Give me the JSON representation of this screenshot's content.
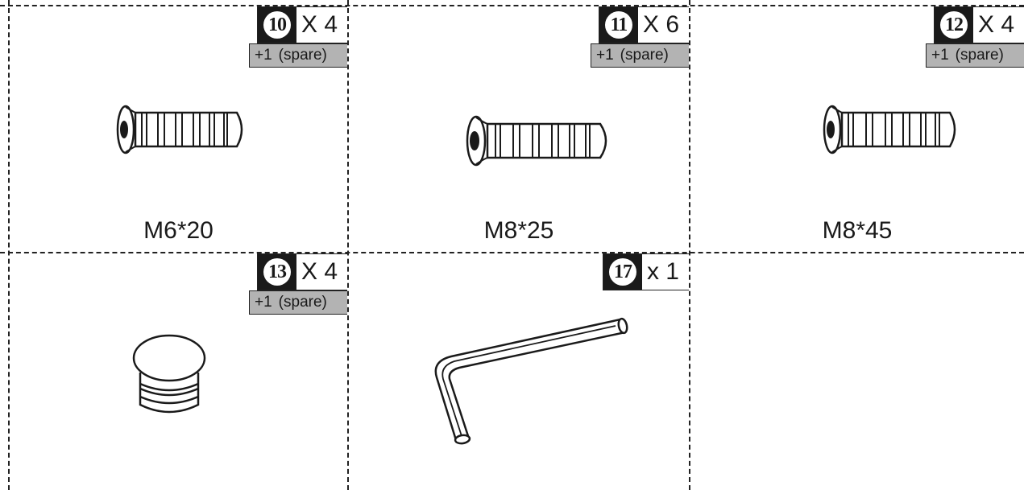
{
  "cells": [
    {
      "index": "10",
      "qty": "X 4",
      "spare_plus": "+1",
      "spare_text": "(spare)",
      "size": "M6*20",
      "part": "bolt"
    },
    {
      "index": "11",
      "qty": "X 6",
      "spare_plus": "+1",
      "spare_text": "(spare)",
      "size": "M8*25",
      "part": "bolt"
    },
    {
      "index": "12",
      "qty": "X 4",
      "spare_plus": "+1",
      "spare_text": "(spare)",
      "size": "M8*45",
      "part": "bolt"
    },
    {
      "index": "13",
      "qty": "X 4",
      "spare_plus": "+1",
      "spare_text": "(spare)",
      "part": "end-cap"
    },
    {
      "index": "17",
      "qty": "x 1",
      "part": "allen-key"
    }
  ]
}
